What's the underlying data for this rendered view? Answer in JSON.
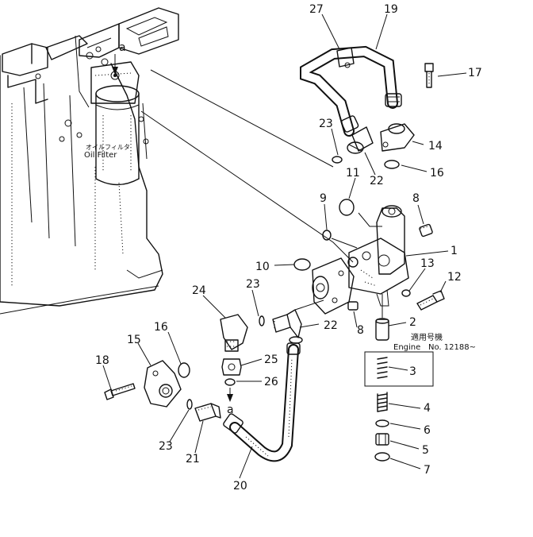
{
  "labels": {
    "l1": "1",
    "l2": "2",
    "l3": "3",
    "l4": "4",
    "l5": "5",
    "l6": "6",
    "l7": "7",
    "l8a": "8",
    "l8b": "8",
    "l9": "9",
    "l10": "10",
    "l11": "11",
    "l12": "12",
    "l13": "13",
    "l14": "14",
    "l15": "15",
    "l16a": "16",
    "l16b": "16",
    "l17": "17",
    "l18": "18",
    "l19": "19",
    "l20": "20",
    "l21": "21",
    "l22a": "22",
    "l22b": "22",
    "l23a": "23",
    "l23b": "23",
    "l23c": "23",
    "l24": "24",
    "l25": "25",
    "l26": "26",
    "l27": "27",
    "a_top": "a",
    "a_bottom": "a"
  },
  "oil_filter": {
    "jp_label": "オイルフィルタ",
    "en_label": "Oil Filter"
  },
  "applicable": {
    "jp_label": "適用号機",
    "engine_label": "Engine",
    "serial_label": "No. 12188~"
  }
}
